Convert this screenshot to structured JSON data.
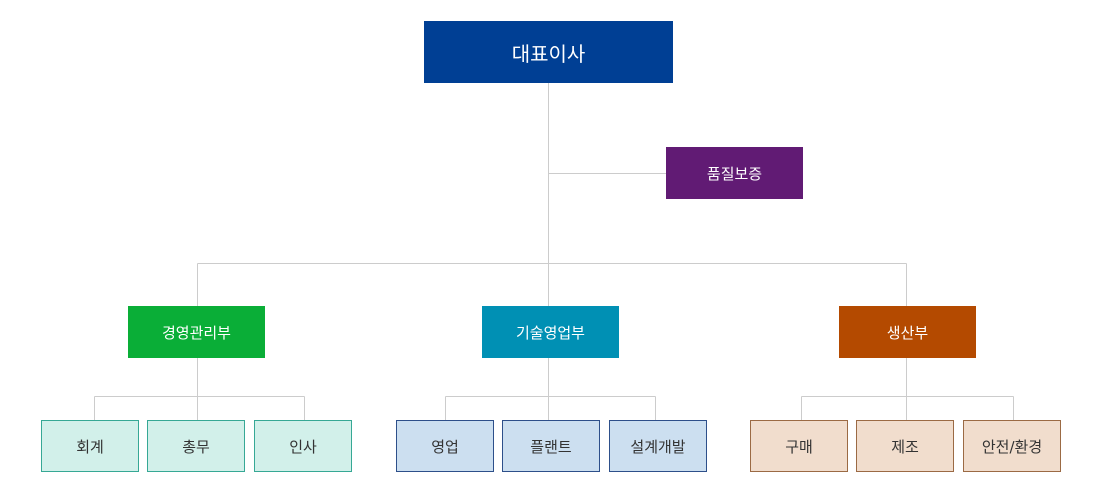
{
  "org": {
    "ceo": "대표이사",
    "quality": "품질보증",
    "departments": [
      {
        "name": "경영관리부",
        "color": "#0aae37",
        "teams": [
          "회계",
          "총무",
          "인사"
        ]
      },
      {
        "name": "기술영업부",
        "color": "#0090b4",
        "teams": [
          "영업",
          "플랜트",
          "설계개발"
        ]
      },
      {
        "name": "생산부",
        "color": "#b44a00",
        "teams": [
          "구매",
          "제조",
          "안전/환경"
        ]
      }
    ]
  },
  "colors": {
    "ceo": "#003f94",
    "quality": "#611b74",
    "connector": "#cccccc"
  }
}
